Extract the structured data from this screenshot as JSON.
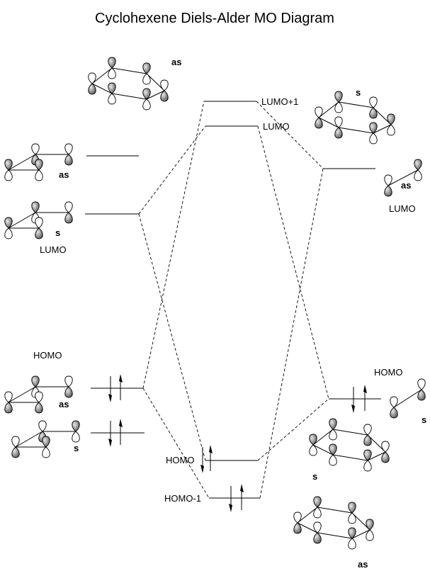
{
  "title": "Cyclohexene Diels-Alder MO Diagram",
  "labels": {
    "lumo_plus_1": "LUMO+1",
    "lumo_center": "LUMO",
    "homo_center": "HOMO",
    "homo_minus_1": "HOMO-1",
    "diene_lumo": "LUMO",
    "diene_homo": "HOMO",
    "dienophile_lumo": "LUMO",
    "dienophile_homo": "HOMO"
  },
  "symmetry": {
    "product_top": "as",
    "product_lumo1": "s",
    "diene_upper": "as",
    "diene_lumo": "s",
    "diene_homo": "as",
    "diene_lower": "s",
    "dienophile_lumo": "as",
    "dienophile_homo": "s",
    "product_s": "s",
    "product_as": "as"
  },
  "colors": {
    "line": "#000000",
    "lobe_shade": "#7a7a7a"
  }
}
